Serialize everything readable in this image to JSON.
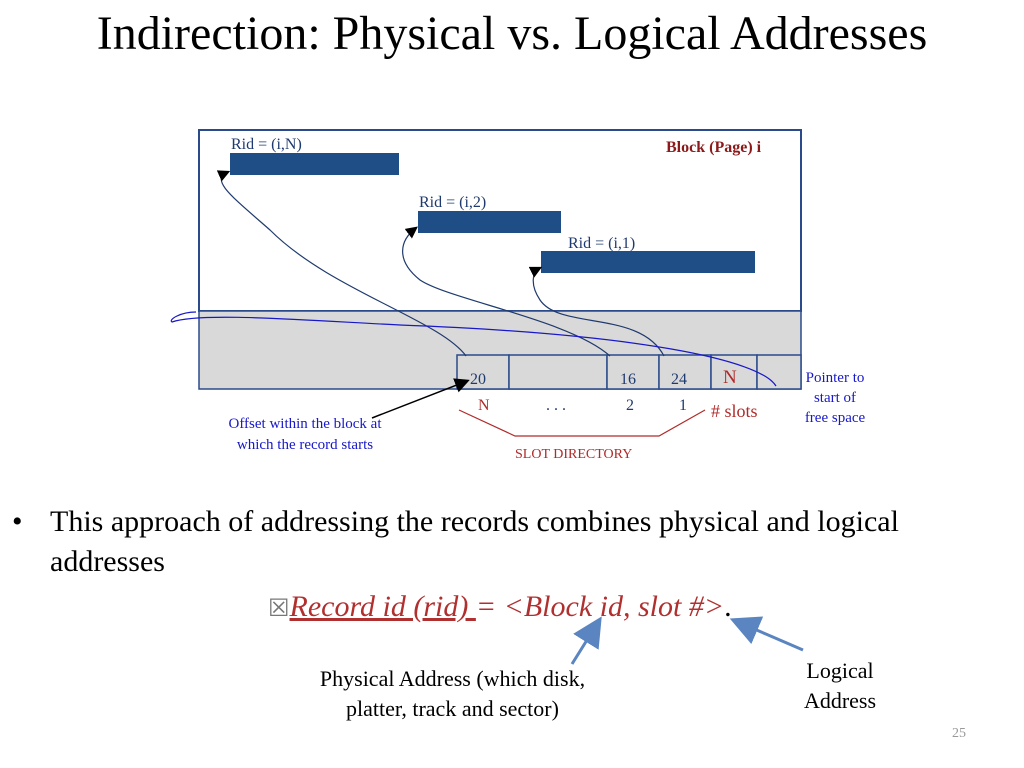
{
  "slide": {
    "title": "Indirection: Physical vs. Logical Addresses",
    "page_number": "25"
  },
  "diagram": {
    "block_label": "Block (Page) i",
    "records": [
      {
        "label": "Rid = (i,N)"
      },
      {
        "label": "Rid = (i,2)"
      },
      {
        "label": "Rid = (i,1)"
      }
    ],
    "slot_cells": [
      "20",
      "",
      "16",
      "24",
      "N",
      ""
    ],
    "slot_numbers": [
      "N",
      ". . .",
      "2",
      "1"
    ],
    "num_slots_label": "# slots",
    "slot_directory_label": "SLOT DIRECTORY",
    "offset_note": "Offset within the block at which the record starts",
    "free_space_note": "Pointer to start of free space",
    "colors": {
      "record": "#1f4e86",
      "border": "#2b4a8b",
      "shade": "#d9d9d9",
      "red": "#b02a2a",
      "blue": "#1818c8"
    }
  },
  "bullet": {
    "text": "This approach of addressing the records combines physical and logical addresses",
    "rid_term": "Record id (rid) ",
    "rid_value": "= <Block id, slot #>",
    "rid_end": ".",
    "icon": "envelope-x-icon"
  },
  "annotations": {
    "physical": "Physical Address (which disk, platter, track and sector)",
    "logical": "Logical Address"
  }
}
